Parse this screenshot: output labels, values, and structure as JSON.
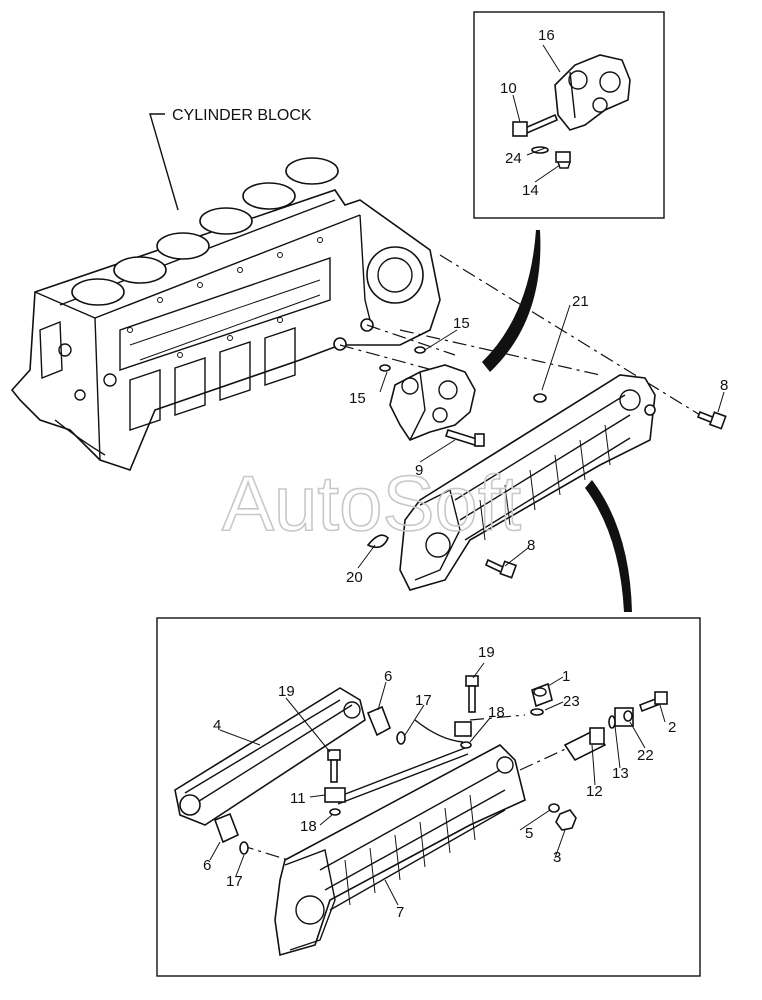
{
  "watermark": "AutoSoft",
  "block_label": "CYLINDER BLOCK",
  "callouts": {
    "c1": "1",
    "c2": "2",
    "c3": "3",
    "c4": "4",
    "c5": "5",
    "c6a": "6",
    "c6b": "6",
    "c7": "7",
    "c8a": "8",
    "c8b": "8",
    "c9": "9",
    "c10": "10",
    "c11": "11",
    "c12": "12",
    "c13": "13",
    "c14": "14",
    "c15a": "15",
    "c15b": "15",
    "c16": "16",
    "c17a": "17",
    "c17b": "17",
    "c18a": "18",
    "c18b": "18",
    "c19a": "19",
    "c19b": "19",
    "c20": "20",
    "c21": "21",
    "c22": "22",
    "c23": "23",
    "c24": "24"
  }
}
